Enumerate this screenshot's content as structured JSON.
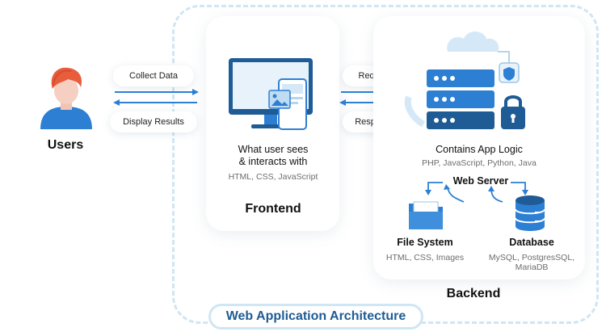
{
  "colors": {
    "primary": "#2d7fd4",
    "dark": "#1f5b94",
    "frame": "#cfe6f4"
  },
  "users": {
    "label": "Users"
  },
  "arrows_left": {
    "top_label": "Collect Data",
    "bottom_label": "Display Results"
  },
  "arrows_right": {
    "top_label": "Request",
    "bottom_label": "Response"
  },
  "frontend": {
    "line1": "What user sees",
    "line2": "& interacts  with",
    "tech": "HTML, CSS, JavaScript",
    "title": "Frontend"
  },
  "backend": {
    "logic_title": "Contains App Logic",
    "logic_langs": "PHP, JavaScript, Python, Java",
    "web_server": "Web Server",
    "file_system": {
      "title": "File System",
      "tech": "HTML, CSS, Images"
    },
    "database": {
      "title": "Database",
      "tech_line1": "MySQL, PostgresSQL,",
      "tech_line2": "MariaDB"
    },
    "title": "Backend"
  },
  "diagram_title": "Web Application Architecture"
}
